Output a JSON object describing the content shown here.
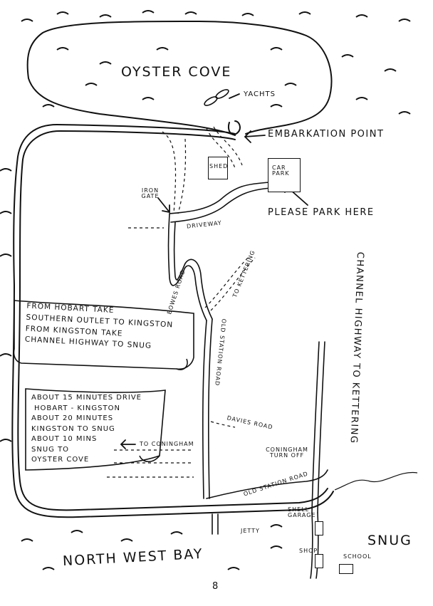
{
  "map": {
    "labels": {
      "oyster_cove": "OYSTER COVE",
      "yachts": "YACHTS",
      "embarkation_point": "EMBARKATION POINT",
      "shed": "SHED",
      "car_park": "CAR PARK",
      "please_park_here": "PLEASE PARK HERE",
      "iron_gate": "IRON GATE",
      "driveway": "DRIVEWAY",
      "bowes_road": "BOWES ROAD",
      "to_kettering_small": "TO KETTERING",
      "old_station_road_vertical": "OLD STATION ROAD",
      "channel_highway": "CHANNEL HIGHWAY TO KETTERING",
      "davies_road": "DAVIES ROAD",
      "to_coningham": "TO CONINGHAM",
      "coningham_turn_off": "CONINGHAM TURN OFF",
      "old_station_road_lower": "OLD STATION ROAD",
      "shell_garage": "SHELL GARAGE",
      "shop": "SHOP",
      "snug": "SNUG",
      "school": "SCHOOL",
      "jetty": "JETTY",
      "north_west_bay": "NORTH WEST BAY"
    },
    "directions": {
      "line1": "FROM HOBART TAKE",
      "line2": "SOUTHERN OUTLET TO KINGSTON",
      "line3": "FROM KINGSTON TAKE",
      "line4": "CHANNEL HIGHWAY TO SNUG"
    },
    "travel_times": {
      "line1": "ABOUT 15 MINUTES DRIVE",
      "line2": "HOBART - KINGSTON",
      "line3": "ABOUT 20 MINUTES",
      "line4": "KINGSTON TO SNUG",
      "line5": "ABOUT 10 MINS",
      "line6": "SNUG TO",
      "line7": "OYSTER COVE"
    },
    "page_number": "8"
  }
}
